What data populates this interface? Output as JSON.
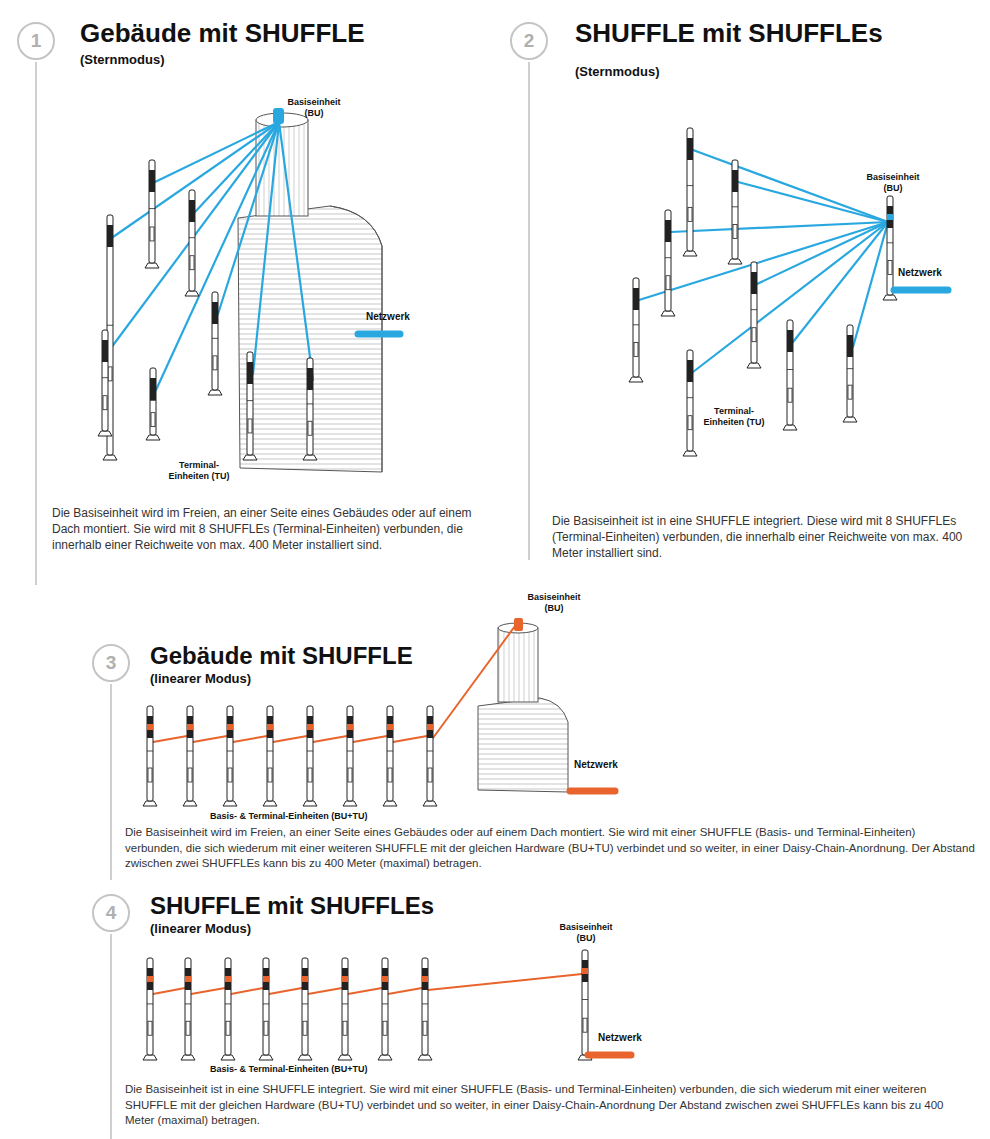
{
  "diagram": {
    "nodes": [
      {
        "text": [
          "1"
        ]
      },
      {
        "text": [
          "2"
        ]
      },
      {
        "text": [
          "3"
        ]
      },
      {
        "text": [
          "4"
        ]
      }
    ],
    "labels": [
      "Gebäude mit SHUFFLE",
      "(Sternmodus)",
      "Basiseinheit (BU)",
      "Netzwerk",
      "Terminal- Einheiten (TU)",
      "Die Basiseinheit wird im Freien, an einer Seite eines Gebäudes oder auf einem Dach montiert. Sie wird mit 8 SHUFFLEs (Terminal-Einheiten) verbunden, die innerhalb einer Reichweite von max. 400 Meter installiert sind.",
      "SHUFFLE mit SHUFFLEs",
      "(Sternmodus)",
      "Basiseinheit (BU)",
      "Netzwerk",
      "Terminal- Einheiten (TU)",
      "Die Basiseinheit ist in eine SHUFFLE integriert. Diese wird mit 8 SHUFFLEs (Terminal-Einheiten) verbunden, die innerhalb einer Reichweite von max. 400 Meter installiert sind.",
      "Gebäude mit SHUFFLE",
      "(linearer Modus)",
      "Basiseinheit (BU)",
      "Netzwerk",
      "Basis- & Terminal-Einheiten (BU+TU)",
      "Die Basiseinheit wird im Freien, an einer Seite eines Gebäudes oder auf einem Dach montiert. Sie wird mit einer SHUFFLE (Basis- und Terminal-Einheiten) verbunden, die sich wiederum mit einer weiteren SHUFFLE mit der gleichen Hardware (BU+TU) verbindet und so weiter, in einer Daisy-Chain-Anordnung. Der Abstand zwischen zwei SHUFFLEs kann bis zu 400 Meter (maximal) betragen.",
      "SHUFFLE mit SHUFFLEs",
      "(linearer Modus)",
      "Basiseinheit (BU)",
      "Netzwerk",
      "Basis- & Terminal-Einheiten (BU+TU)",
      "Die Basiseinheit ist in eine SHUFFLE integriert. Sie wird mit einer SHUFFLE (Basis- und Terminal-Einheiten) verbunden, die sich wiederum mit einer weiteren SHUFFLE mit der gleichen Hardware (BU+TU) verbindet und so weiter, in einer Daisy-Chain-Anordnung Der Abstand zwischen zwei SHUFFLEs kann bis zu 400 Meter (maximal) betragen."
    ]
  }
}
